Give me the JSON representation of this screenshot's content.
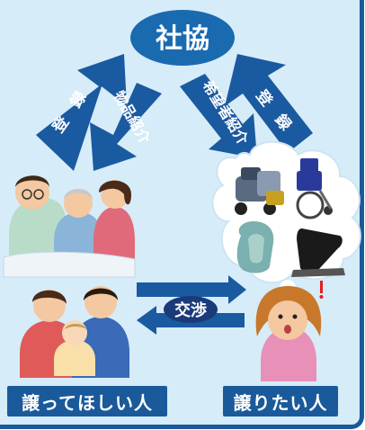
{
  "center_node": "社協",
  "arrows": {
    "left_up": "登　録",
    "left_down": "物品紹介",
    "right_down": "希望者紹介",
    "right_up": "登　録",
    "negotiation": "交渉"
  },
  "groups": {
    "receiver": "譲ってほしい人",
    "giver": "譲りたい人"
  },
  "colors": {
    "arrow_blue": "#1a5aa0",
    "bubble_blue": "#1a6ab0",
    "panel_bg": "#d6ecf8"
  }
}
